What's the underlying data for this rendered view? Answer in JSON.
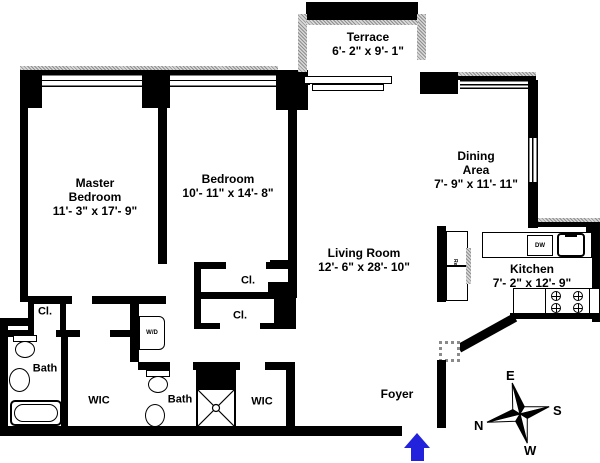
{
  "rooms": {
    "terrace": {
      "name": "Terrace",
      "dimensions": "6'- 2\" x 9'- 1\""
    },
    "master_bedroom": {
      "name": "Master Bedroom",
      "dimensions": "11'- 3\" x 17'- 9\""
    },
    "bedroom": {
      "name": "Bedroom",
      "dimensions": "10'- 11\" x 14'- 8\""
    },
    "dining_area": {
      "name": "Dining Area",
      "dimensions": "7'- 9\" x 11'- 11\""
    },
    "living_room": {
      "name": "Living Room",
      "dimensions": "12'- 6\" x 28'- 10\""
    },
    "kitchen": {
      "name": "Kitchen",
      "dimensions": "7'- 2\" x 12'- 9\""
    },
    "foyer": {
      "name": "Foyer"
    },
    "bath_master": {
      "name": "Bath"
    },
    "bath_second": {
      "name": "Bath"
    },
    "wic_master": {
      "name": "WIC"
    },
    "wic_second": {
      "name": "WIC"
    },
    "closet_left": {
      "name": "Cl."
    },
    "closet_upper": {
      "name": "Cl."
    },
    "closet_lower": {
      "name": "Cl."
    }
  },
  "appliances": {
    "washer_dryer": "W/D",
    "dishwasher": "DW",
    "refrigerator": "Ref"
  },
  "compass": {
    "east": "E",
    "south": "S",
    "west": "W",
    "north": "N"
  },
  "colors": {
    "wall": "#000000",
    "entry_arrow": "#2222dd",
    "hatch": "#9a9a9a",
    "background": "#ffffff"
  }
}
